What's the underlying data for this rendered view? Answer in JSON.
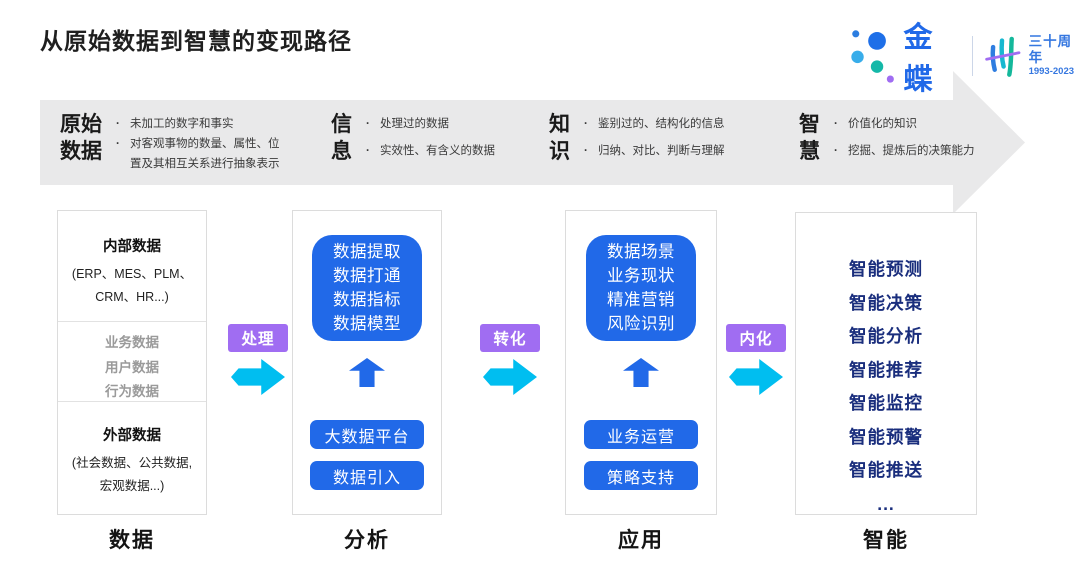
{
  "title": "从原始数据到智慧的变现路径",
  "logo": {
    "brand": "金蝶",
    "anniversary": "三十周年",
    "years": "1993-2023"
  },
  "banner": {
    "stages": [
      {
        "name": "原始\n数据",
        "bullets": [
          "未加工的数字和事实",
          "对客观事物的数量、属性、位置及其相互关系进行抽象表示"
        ]
      },
      {
        "name": "信\n息",
        "bullets": [
          "处理过的数据",
          "实效性、有含义的数据"
        ]
      },
      {
        "name": "知\n识",
        "bullets": [
          "鉴别过的、结构化的信息",
          "归纳、对比、判断与理解"
        ]
      },
      {
        "name": "智\n慧",
        "bullets": [
          "价值化的知识",
          "挖掘、提炼后的决策能力"
        ]
      }
    ]
  },
  "flow_labels": [
    "处理",
    "转化",
    "内化"
  ],
  "columns": {
    "data": {
      "footer": "数据",
      "internal_title": "内部数据",
      "internal_sub": "(ERP、MES、PLM、\nCRM、HR...)",
      "middle_items": [
        "业务数据",
        "用户数据",
        "行为数据"
      ],
      "external_title": "外部数据",
      "external_sub": "(社会数据、公共数据,\n宏观数据...)"
    },
    "analysis": {
      "footer": "分析",
      "core_items": [
        "数据提取",
        "数据打通",
        "数据指标",
        "数据模型"
      ],
      "buttons": [
        "大数据平台",
        "数据引入"
      ]
    },
    "application": {
      "footer": "应用",
      "core_items": [
        "数据场景",
        "业务现状",
        "精准营销",
        "风险识别"
      ],
      "buttons": [
        "业务运营",
        "策略支持"
      ]
    },
    "intelligence": {
      "footer": "智能",
      "items": [
        "智能预测",
        "智能决策",
        "智能分析",
        "智能推荐",
        "智能监控",
        "智能预警",
        "智能推送",
        "..."
      ]
    }
  },
  "colors": {
    "accent_blue": "#2169E8",
    "cyan": "#00BEF0",
    "purple": "#A06DF2",
    "navy": "#1A2E7D",
    "banner_gray": "#E9E9EA",
    "border_gray": "#DCDCDC"
  }
}
